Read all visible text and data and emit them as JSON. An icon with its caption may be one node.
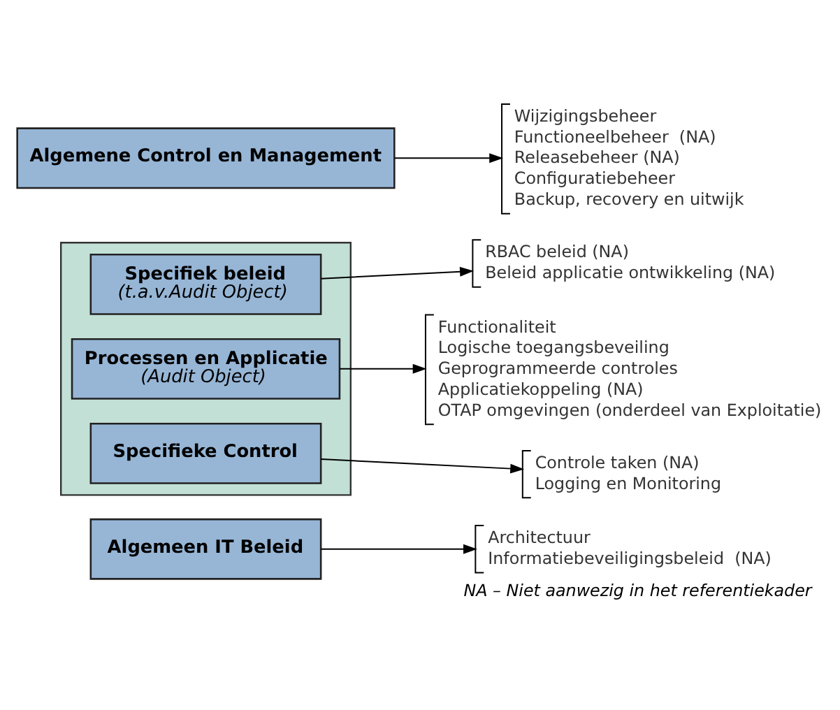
{
  "diagram": {
    "caption": "NA – Niet aanwezig in het referentiekader",
    "nodes": [
      {
        "text": [
          "Algemeen IT Beleid"
        ]
      },
      {
        "text": [
          "Architectuur",
          "Informatiebeveiligingsbeleid  (NA)"
        ]
      },
      {
        "text": [],
        "shape": "box"
      },
      {
        "text": [
          "Specifiek beleid",
          "(t.a.v.Audit Object)"
        ],
        "in": 2
      },
      {
        "text": [
          "RBAC beleid (NA)",
          "Beleid applicatie ontwikkeling (NA)"
        ]
      },
      {
        "text": [
          "Processen en Applicatie",
          "(Audit Object)"
        ],
        "in": 2
      },
      {
        "text": [
          "Functionaliteit",
          "Logische toegangsbeveiling",
          "Geprogrammeerde controles",
          "Applicatiekoppeling (NA)",
          "OTAP omgevingen (onderdeel van Exploitatie)"
        ]
      },
      {
        "text": [
          "Specifieke Control"
        ],
        "in": 2
      },
      {
        "text": [
          "Controle taken (NA)",
          "Logging en Monitoring"
        ]
      },
      {
        "text": [
          "Algemene Control en Management"
        ]
      },
      {
        "text": [
          "Wijzigingsbeheer",
          "Functioneelbeheer  (NA)",
          "Releasebeheer (NA)",
          "Configuratiebeheer",
          "Backup, recovery en uitwijk"
        ]
      }
    ],
    "edges": [
      {
        "from": 0,
        "to": 1,
        "arrow": "to"
      },
      {
        "from": 3,
        "to": 4,
        "arrow": "to"
      },
      {
        "from": 5,
        "to": 6,
        "arrow": "to"
      },
      {
        "from": 7,
        "to": 8,
        "arrow": "to"
      },
      {
        "from": 9,
        "to": 10,
        "arrow": "to"
      }
    ]
  }
}
